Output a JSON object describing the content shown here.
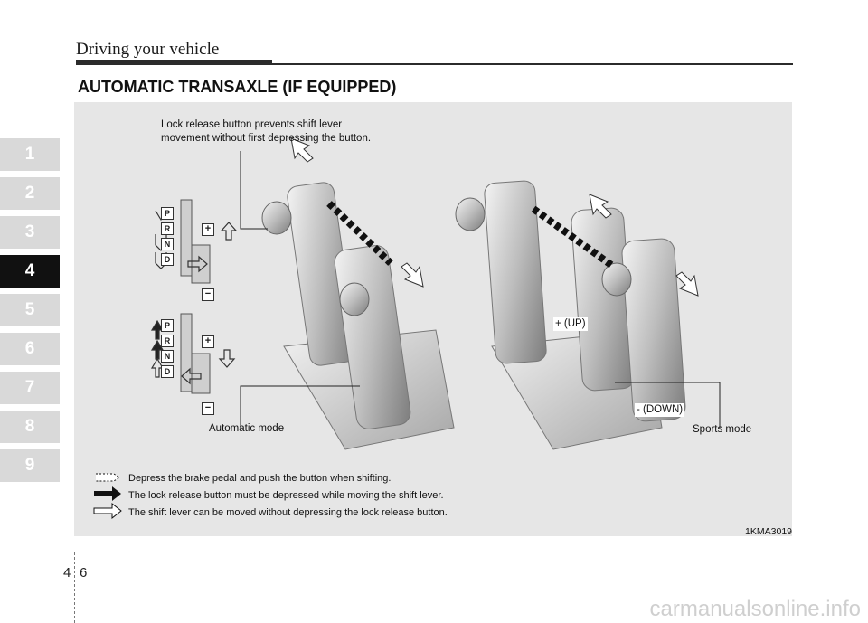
{
  "header": {
    "running_title": "Driving your vehicle"
  },
  "section": {
    "title": "AUTOMATIC TRANSAXLE (IF EQUIPPED)"
  },
  "chapters": [
    "1",
    "2",
    "3",
    "4",
    "5",
    "6",
    "7",
    "8",
    "9"
  ],
  "active_chapter": "4",
  "figure": {
    "lock_caption_line1": "Lock release button prevents shift lever",
    "lock_caption_line2": "movement without first depressing the button.",
    "automatic_mode_label": "Automatic mode",
    "sports_mode_label": "Sports mode",
    "up_label": "+ (UP)",
    "down_label": "- (DOWN)",
    "gear_positions": [
      "P",
      "R",
      "N",
      "D"
    ],
    "plus_symbol": "+",
    "minus_symbol": "−",
    "legend": [
      "Depress the brake pedal and push the button when shifting.",
      "The lock release button must be depressed while moving the shift lever.",
      "The shift lever can be moved without depressing the lock release button."
    ],
    "figure_code": "1KMA3019"
  },
  "page": {
    "digit_left": "4",
    "digit_right": "6"
  },
  "watermark": "carmanualsonline.info",
  "colors": {
    "panel": "#e6e6e6",
    "active_tab": "#111111",
    "inactive_tab": "#d9d9d9"
  }
}
